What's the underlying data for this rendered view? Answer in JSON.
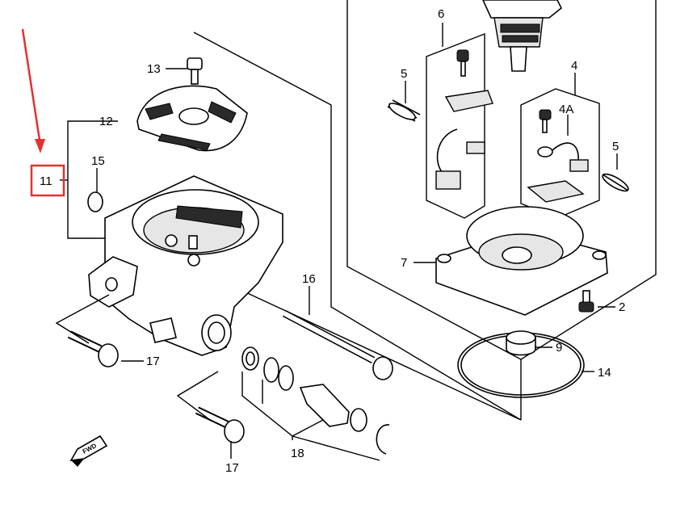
{
  "highlight": {
    "label": "11",
    "color": "#e53030"
  },
  "callouts": {
    "c2": "2",
    "c4": "4",
    "c4a": "4A",
    "c5a": "5",
    "c5b": "5",
    "c6": "6",
    "c7": "7",
    "c9": "9",
    "c11": "11",
    "c12": "12",
    "c13": "13",
    "c14": "14",
    "c15": "15",
    "c16": "16",
    "c17a": "17",
    "c17b": "17",
    "c18": "18"
  },
  "fwd_label": "FWD"
}
